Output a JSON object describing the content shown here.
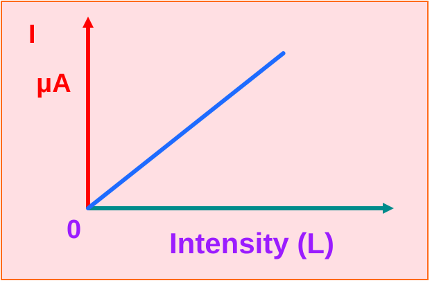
{
  "colors": {
    "background": "#ffdfe3",
    "border": "#ff6a1a",
    "y_axis": "#ff0000",
    "x_axis": "#008b8b",
    "series_line": "#1e6bff",
    "y_label": "#ff0000",
    "x_label": "#9b1cff",
    "origin_label": "#9b1cff"
  },
  "chart_data": {
    "type": "line",
    "title": "",
    "ylabel_line1": "I",
    "ylabel_line2": "μA",
    "xlabel": "Intensity (L)",
    "origin_label": "0",
    "xlim": [
      0,
      1
    ],
    "ylim": [
      0,
      1
    ],
    "grid": false,
    "legend": "none",
    "series": [
      {
        "values": [
          [
            0,
            0
          ],
          [
            0.64,
            0.8
          ]
        ]
      }
    ]
  }
}
